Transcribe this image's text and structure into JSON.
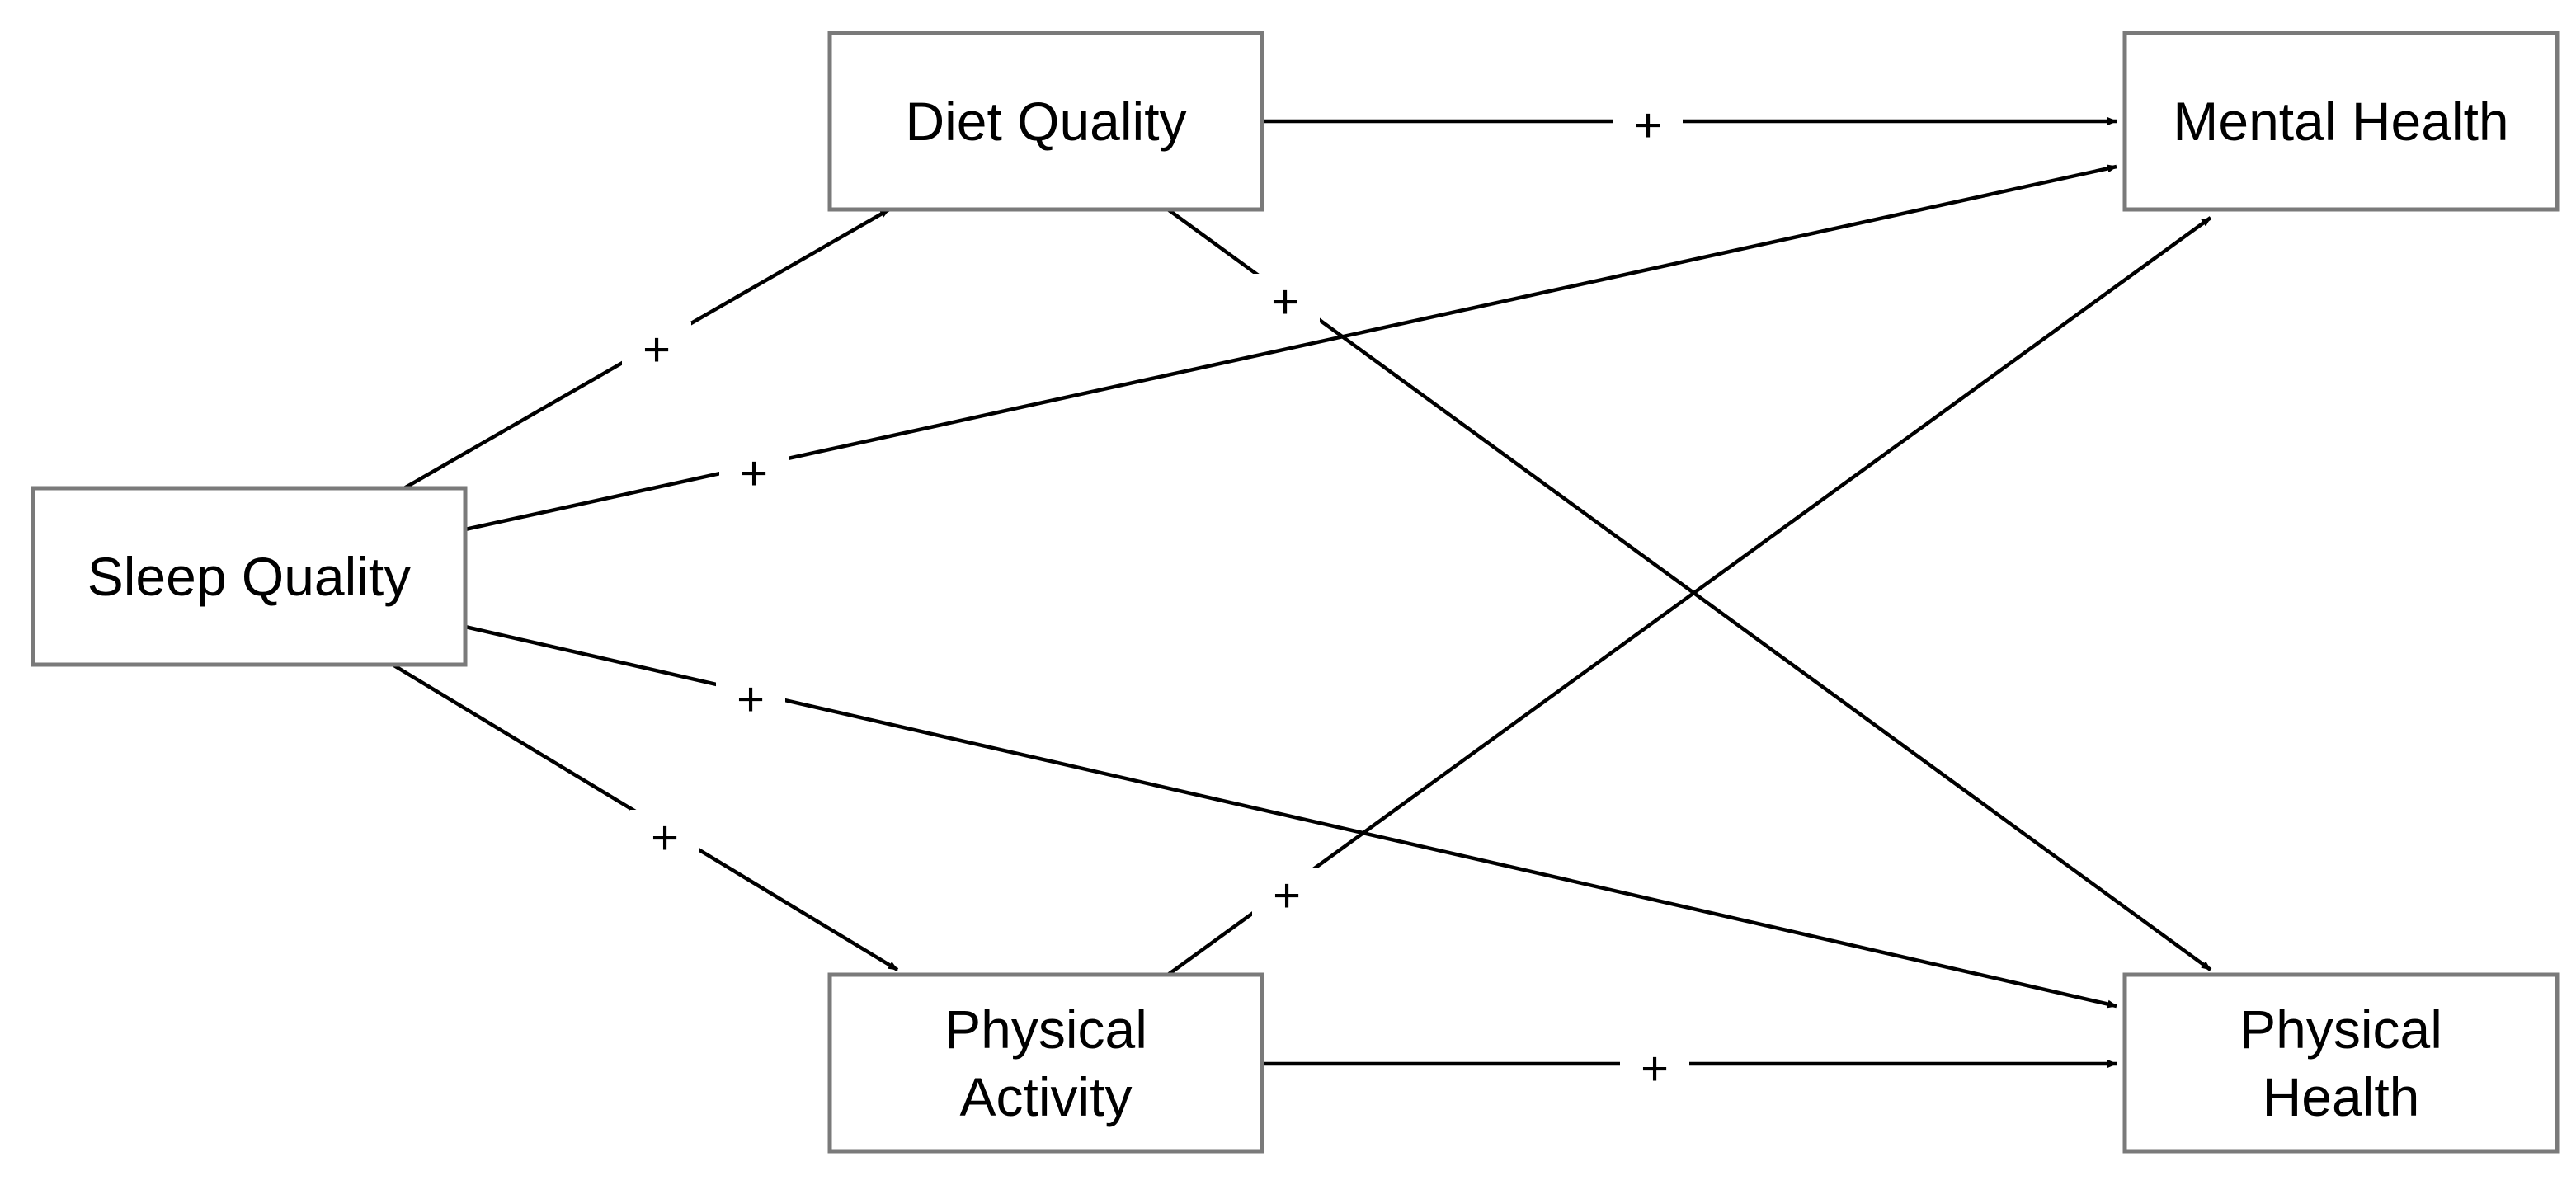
{
  "diagram": {
    "nodes": [
      {
        "id": "sleep",
        "lines": [
          "Sleep Quality"
        ]
      },
      {
        "id": "diet",
        "lines": [
          "Diet Quality"
        ]
      },
      {
        "id": "activity",
        "lines": [
          "Physical",
          "Activity"
        ]
      },
      {
        "id": "mental",
        "lines": [
          "Mental Health"
        ]
      },
      {
        "id": "physical",
        "lines": [
          "Physical",
          "Health"
        ]
      }
    ],
    "edges": [
      {
        "from": "sleep",
        "to": "diet",
        "label": "+"
      },
      {
        "from": "sleep",
        "to": "mental",
        "label": "+"
      },
      {
        "from": "sleep",
        "to": "physical",
        "label": "+"
      },
      {
        "from": "sleep",
        "to": "activity",
        "label": "+"
      },
      {
        "from": "diet",
        "to": "mental",
        "label": "+"
      },
      {
        "from": "diet",
        "to": "physical",
        "label": "+"
      },
      {
        "from": "activity",
        "to": "mental",
        "label": "+"
      },
      {
        "from": "activity",
        "to": "physical",
        "label": "+"
      }
    ]
  }
}
